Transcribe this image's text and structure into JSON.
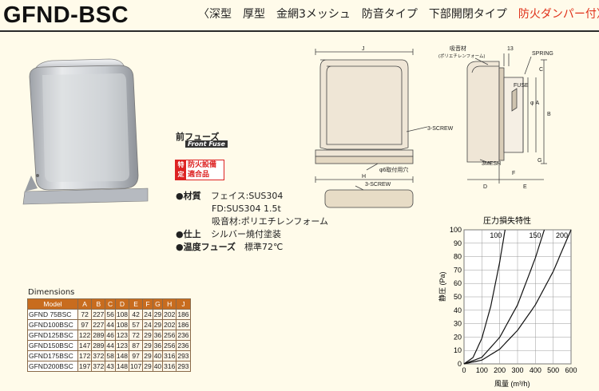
{
  "header": {
    "title": "GFND-BSC",
    "subtitle_plain": "〈深型　厚型　金網3メッシュ　防音タイプ　下部開閉タイプ　",
    "subtitle_highlight": "防火ダンパー付〉"
  },
  "badges": {
    "front_fuse_jp": "前フューズ",
    "front_fuse_en": "Front Fuse",
    "cert_side": "特定",
    "cert_text_1": "防火設備",
    "cert_text_2": "適合品"
  },
  "specs": [
    {
      "key": "●材質",
      "value": "フェイス:SUS304"
    },
    {
      "key": "",
      "value": "FD:SUS304 1.5t"
    },
    {
      "key": "",
      "value": "吸音材:ポリエチレンフォーム"
    },
    {
      "key": "●仕上",
      "value": "シルバー焼付塗装"
    },
    {
      "key": "●温度フューズ",
      "value": "標準72℃"
    }
  ],
  "drawing": {
    "labels": {
      "J": "J",
      "H": "H",
      "D": "D",
      "E": "E",
      "F": "F",
      "G": "G",
      "A": "φ A",
      "B": "B",
      "C": "C",
      "thirteen": "13",
      "sound_material": "吸音材",
      "sound_material_sub": "(ポリエチレンフォーム)",
      "spring": "SPRING",
      "fuse": "FUSE",
      "screw1": "3-SCREW",
      "screw2": "3-SCREW",
      "hole": "φ6取付用穴",
      "mesh": "3MESH"
    }
  },
  "dimensions": {
    "heading": "Dimensions",
    "columns": [
      "Model",
      "A",
      "B",
      "C",
      "D",
      "E",
      "F",
      "G",
      "H",
      "J"
    ],
    "rows": [
      [
        "GFND  75BSC",
        "72",
        "227",
        "56",
        "108",
        "42",
        "24",
        "29",
        "202",
        "186"
      ],
      [
        "GFND100BSC",
        "97",
        "227",
        "44",
        "108",
        "57",
        "24",
        "29",
        "202",
        "186"
      ],
      [
        "GFND125BSC",
        "122",
        "289",
        "46",
        "123",
        "72",
        "29",
        "36",
        "256",
        "236"
      ],
      [
        "GFND150BSC",
        "147",
        "289",
        "44",
        "123",
        "87",
        "29",
        "36",
        "256",
        "236"
      ],
      [
        "GFND175BSC",
        "172",
        "372",
        "58",
        "148",
        "97",
        "29",
        "40",
        "316",
        "293"
      ],
      [
        "GFND200BSC",
        "197",
        "372",
        "43",
        "148",
        "107",
        "29",
        "40",
        "316",
        "293"
      ]
    ]
  },
  "chart_data": {
    "type": "line",
    "title": "圧力損失特性",
    "xlabel": "風量 (m³/h)",
    "ylabel": "静圧 (Pa)",
    "xlim": [
      0,
      600
    ],
    "ylim": [
      0,
      100
    ],
    "xticks": [
      0,
      100,
      200,
      300,
      400,
      500,
      600
    ],
    "yticks": [
      0,
      10,
      20,
      30,
      40,
      50,
      60,
      70,
      80,
      90,
      100
    ],
    "grid": true,
    "series": [
      {
        "name": "100",
        "x": [
          0,
          50,
          100,
          150,
          200,
          230
        ],
        "y": [
          0,
          4.7,
          19,
          43,
          76,
          100
        ]
      },
      {
        "name": "150",
        "x": [
          0,
          100,
          200,
          300,
          400,
          450
        ],
        "y": [
          0,
          4.9,
          19.8,
          44,
          79,
          100
        ]
      },
      {
        "name": "200",
        "x": [
          0,
          100,
          200,
          300,
          400,
          500,
          600
        ],
        "y": [
          0,
          2.8,
          11,
          25,
          44,
          69,
          100
        ]
      }
    ]
  }
}
